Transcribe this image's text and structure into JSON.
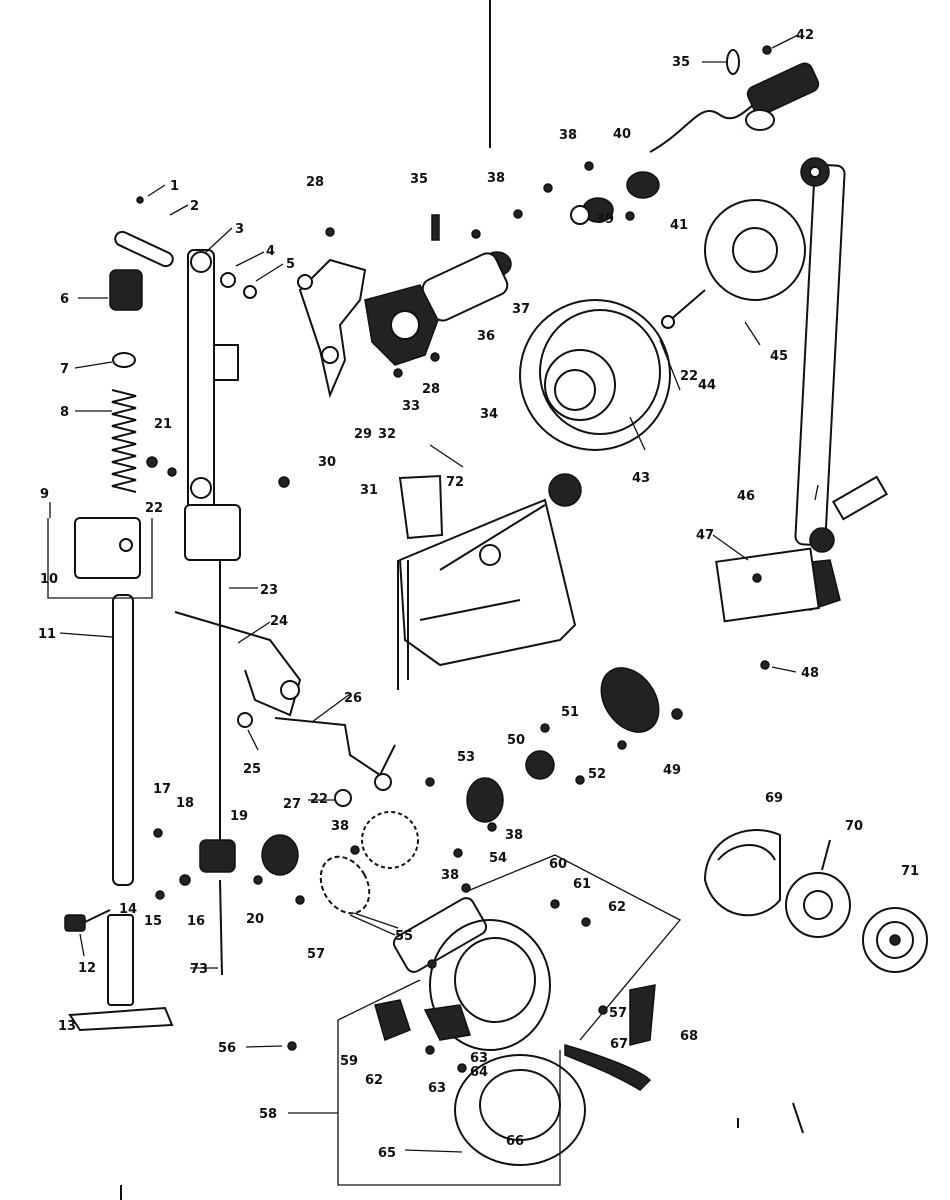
{
  "diagram": {
    "labels": [
      "1",
      "2",
      "3",
      "4",
      "5",
      "6",
      "7",
      "8",
      "9",
      "10",
      "11",
      "12",
      "13",
      "14",
      "15",
      "16",
      "17",
      "18",
      "19",
      "20",
      "21",
      "22",
      "22",
      "22",
      "23",
      "24",
      "25",
      "26",
      "27",
      "28",
      "28",
      "29",
      "32",
      "30",
      "31",
      "33",
      "34",
      "35",
      "35",
      "36",
      "37",
      "38",
      "38",
      "38",
      "38",
      "38",
      "39",
      "40",
      "41",
      "42",
      "43",
      "44",
      "45",
      "46",
      "47",
      "48",
      "49",
      "50",
      "51",
      "52",
      "53",
      "54",
      "55",
      "56",
      "57",
      "57",
      "58",
      "59",
      "60",
      "61",
      "62",
      "62",
      "63",
      "63",
      "64",
      "65",
      "66",
      "67",
      "68",
      "69",
      "70",
      "71",
      "72",
      "73"
    ]
  }
}
